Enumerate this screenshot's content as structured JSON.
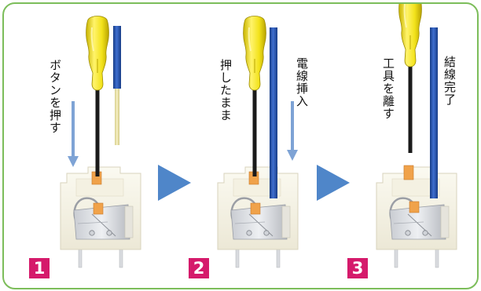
{
  "steps": [
    {
      "number": "1",
      "label": "ボタンを押す"
    },
    {
      "number": "2",
      "label": "押したまま",
      "label2": "電線挿入"
    },
    {
      "number": "3",
      "label": "工具を離す",
      "label2": "結線完了"
    }
  ],
  "colors": {
    "frame": "#7cbd5a",
    "screwdriver_handle": "#f2e21a",
    "wire": "#1f4fa8",
    "arrow": "#4f86c9",
    "press_arrow": "#7ea3d5",
    "badge": "#d51a6b",
    "button": "#f0a24a"
  },
  "icons": [
    "screwdriver-icon",
    "wire-icon",
    "terminal-block-icon",
    "next-step-arrow-icon",
    "press-direction-arrow-icon"
  ]
}
